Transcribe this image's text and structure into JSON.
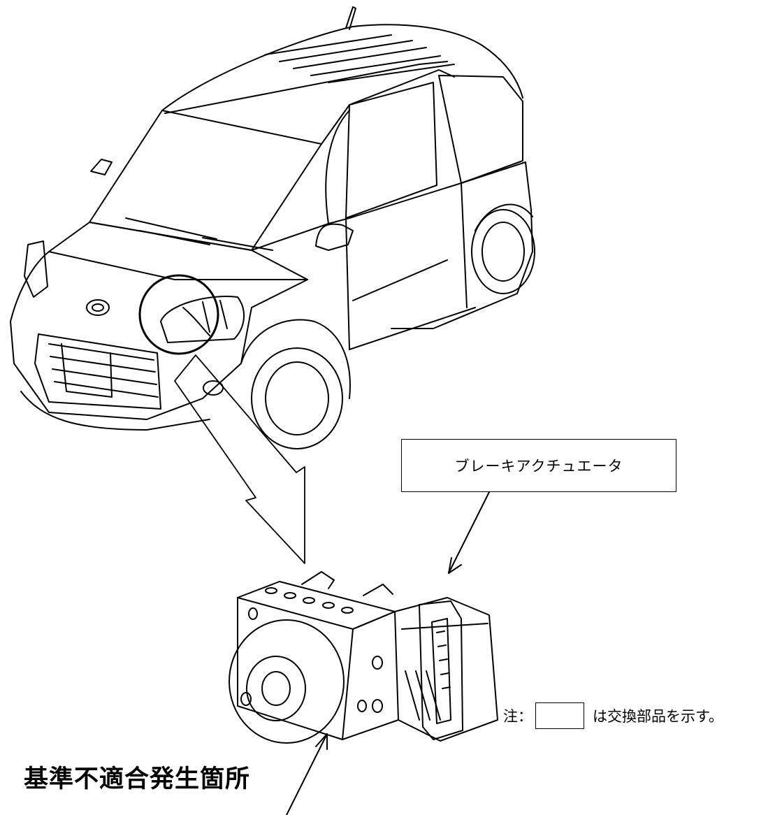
{
  "callout_label": "ブレーキアクチュエータ",
  "note": {
    "prefix": "注：",
    "suffix": "は交換部品を示す。"
  },
  "caption": "基準不適合発生箇所",
  "icons": {
    "vehicle": "minivan-line-drawing",
    "part": "abs-brake-actuator-unit",
    "magnifier": "detail-circle"
  }
}
